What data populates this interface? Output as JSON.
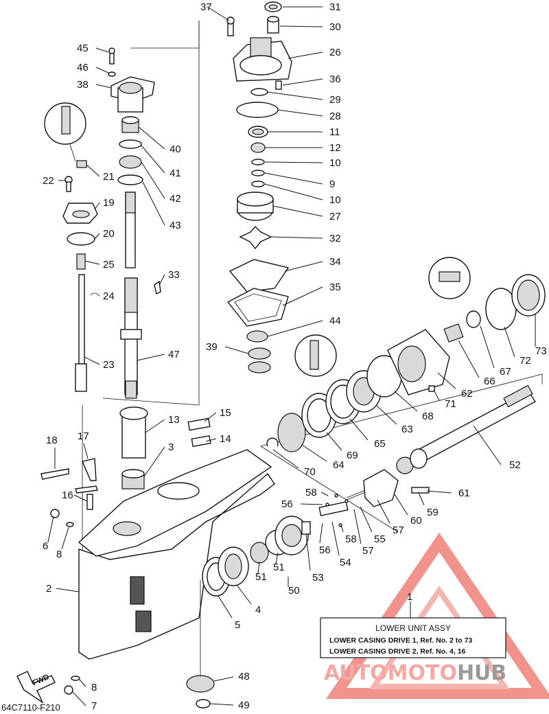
{
  "callouts": [
    {
      "n": "31"
    },
    {
      "n": "30"
    },
    {
      "n": "26"
    },
    {
      "n": "36"
    },
    {
      "n": "29"
    },
    {
      "n": "28"
    },
    {
      "n": "11"
    },
    {
      "n": "12"
    },
    {
      "n": "10"
    },
    {
      "n": "9"
    },
    {
      "n": "10"
    },
    {
      "n": "27"
    },
    {
      "n": "32"
    },
    {
      "n": "34"
    },
    {
      "n": "35"
    },
    {
      "n": "44"
    },
    {
      "n": "39"
    },
    {
      "n": "37"
    },
    {
      "n": "45"
    },
    {
      "n": "46"
    },
    {
      "n": "38"
    },
    {
      "n": "40"
    },
    {
      "n": "41"
    },
    {
      "n": "42"
    },
    {
      "n": "43"
    },
    {
      "n": "21"
    },
    {
      "n": "22"
    },
    {
      "n": "19"
    },
    {
      "n": "20"
    },
    {
      "n": "25"
    },
    {
      "n": "24"
    },
    {
      "n": "23"
    },
    {
      "n": "33"
    },
    {
      "n": "47"
    },
    {
      "n": "15"
    },
    {
      "n": "14"
    },
    {
      "n": "13"
    },
    {
      "n": "3"
    },
    {
      "n": "18"
    },
    {
      "n": "17"
    },
    {
      "n": "16"
    },
    {
      "n": "6"
    },
    {
      "n": "8"
    },
    {
      "n": "2"
    },
    {
      "n": "51"
    },
    {
      "n": "51"
    },
    {
      "n": "50"
    },
    {
      "n": "4"
    },
    {
      "n": "5"
    },
    {
      "n": "53"
    },
    {
      "n": "56"
    },
    {
      "n": "58"
    },
    {
      "n": "56"
    },
    {
      "n": "54"
    },
    {
      "n": "58"
    },
    {
      "n": "57"
    },
    {
      "n": "55"
    },
    {
      "n": "57"
    },
    {
      "n": "60"
    },
    {
      "n": "59"
    },
    {
      "n": "61"
    },
    {
      "n": "52"
    },
    {
      "n": "70"
    },
    {
      "n": "64"
    },
    {
      "n": "69"
    },
    {
      "n": "65"
    },
    {
      "n": "63"
    },
    {
      "n": "68"
    },
    {
      "n": "71"
    },
    {
      "n": "62"
    },
    {
      "n": "66"
    },
    {
      "n": "67"
    },
    {
      "n": "72"
    },
    {
      "n": "73"
    },
    {
      "n": "1"
    },
    {
      "n": "48"
    },
    {
      "n": "49"
    },
    {
      "n": "8"
    },
    {
      "n": "7"
    }
  ],
  "assembly_box": {
    "title": "LOWER UNIT ASSY",
    "line1": "LOWER CASING DRIVE 1,  Ref. No. 2 to 73",
    "line2": "LOWER CASING DRIVE 2,  Ref. No. 4, 16"
  },
  "fwd_label": "FWD",
  "drawing_code": "64C7110-F210",
  "watermark": {
    "part1": "AUTOMOTO",
    "part2": "HUB",
    "color1": "#f3a9a3",
    "color2": "#9a9a9a"
  }
}
